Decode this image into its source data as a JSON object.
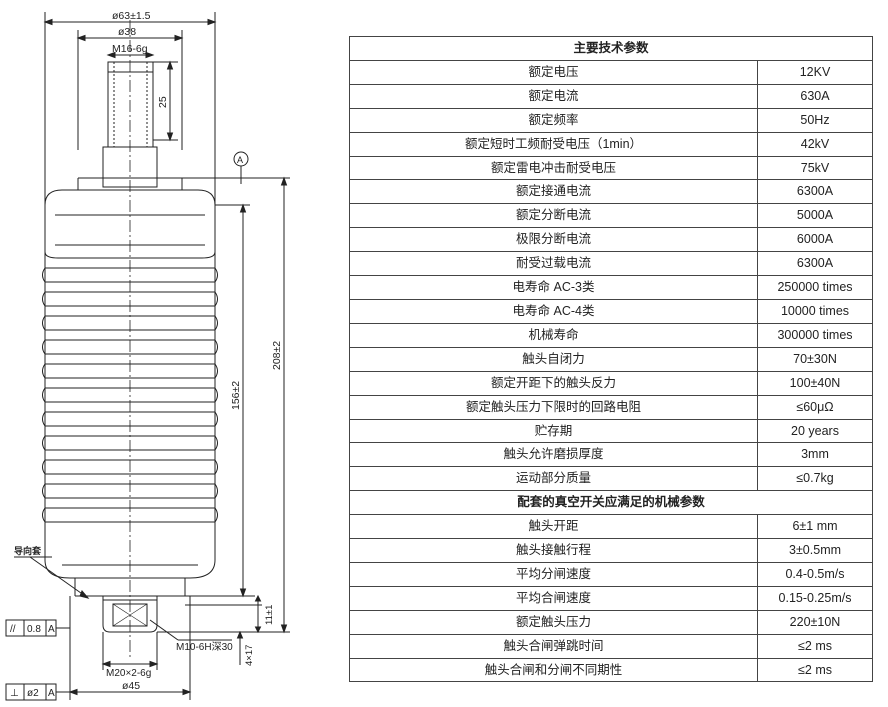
{
  "drawing": {
    "dim_outer_diameter": "ø63±1.5",
    "dim_stem_diameter": "ø38",
    "dim_thread_top": "M16-6g",
    "dim_thread_length": "25",
    "dim_height_156": "156±2",
    "dim_height_208": "208±2",
    "datum_a": "A",
    "label_guide": "导向套",
    "dim_11": "11±1",
    "dim_4x17": "4×17",
    "dim_m10": "M10-6H深30",
    "dim_m20": "M20×2-6g",
    "dim_bottom_diameter": "ø45",
    "tol_parallel_symbol": "//",
    "tol_parallel_value": "0.8",
    "tol_parallel_datum": "A",
    "tol_perp_symbol": "⊥",
    "tol_perp_value": "ø2",
    "tol_perp_datum": "A"
  },
  "spec_table": {
    "section1_title": "主要技术参数",
    "section2_title": "配套的真空开关应满足的机械参数",
    "rows1": [
      {
        "param": "额定电压",
        "value": "12KV"
      },
      {
        "param": "额定电流",
        "value": "630A"
      },
      {
        "param": "额定频率",
        "value": "50Hz"
      },
      {
        "param": "额定短时工频耐受电压（1min）",
        "value": "42kV"
      },
      {
        "param": "额定雷电冲击耐受电压",
        "value": "75kV"
      },
      {
        "param": "额定接通电流",
        "value": "6300A"
      },
      {
        "param": "额定分断电流",
        "value": "5000A"
      },
      {
        "param": "极限分断电流",
        "value": "6000A"
      },
      {
        "param": "耐受过载电流",
        "value": "6300A"
      },
      {
        "param": "电寿命 AC-3类",
        "value": "250000 times"
      },
      {
        "param": "电寿命 AC-4类",
        "value": "10000 times"
      },
      {
        "param": "机械寿命",
        "value": "300000 times"
      },
      {
        "param": "触头自闭力",
        "value": "70±30N"
      },
      {
        "param": "额定开距下的触头反力",
        "value": "100±40N"
      },
      {
        "param": "额定触头压力下限时的回路电阻",
        "value": "≤60μΩ"
      },
      {
        "param": "贮存期",
        "value": "20 years"
      },
      {
        "param": "触头允许磨损厚度",
        "value": "3mm"
      },
      {
        "param": "运动部分质量",
        "value": "≤0.7kg"
      }
    ],
    "rows2": [
      {
        "param": "触头开距",
        "value": "6±1 mm"
      },
      {
        "param": "触头接触行程",
        "value": "3±0.5mm"
      },
      {
        "param": "平均分闸速度",
        "value": "0.4-0.5m/s"
      },
      {
        "param": "平均合闸速度",
        "value": "0.15-0.25m/s"
      },
      {
        "param": "额定触头压力",
        "value": "220±10N"
      },
      {
        "param": "触头合闸弹跳时间",
        "value": "≤2 ms"
      },
      {
        "param": "触头合闸和分闸不同期性",
        "value": "≤2 ms"
      }
    ]
  }
}
